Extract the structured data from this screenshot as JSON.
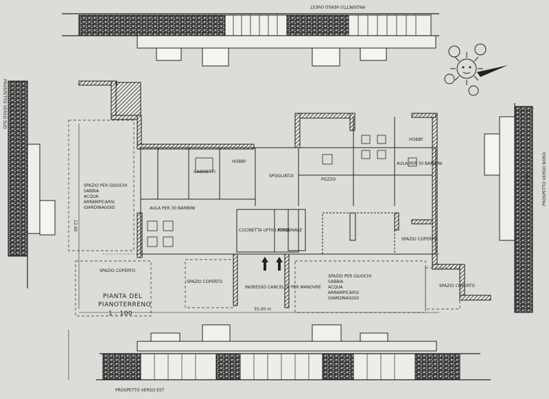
{
  "drawing": {
    "plan_title_line1": "PIANTA DEL",
    "plan_title_line2": "PIANOTERRENO",
    "plan_scale": "1 : 100"
  },
  "elevations": {
    "west": "PROSPETTO VERSO OVEST",
    "east": "PROSPETTO VERSO EST",
    "south": "PROSPETTO VERSO SUD",
    "north": "PROSPETTO VERSO NORD"
  },
  "rooms": {
    "gabinetti": "GABINETTI",
    "hobby": "HOBBY",
    "spogliatoi": "SPOGLIATOI",
    "aula_30_left": "AULA PER 30 BAMBINI",
    "aula_30_right": "AULA PER 30 BAMBINI",
    "cucinetta": "CUCINETTA UFFICI PERSONALE",
    "atrio": "ATRIO",
    "spazio_left": "SPAZIO PER GIUOCHI",
    "spazio_center": "SPAZIO PER GIUOCHI",
    "spazio_note_1": "SABBIA",
    "spazio_note_2": "ACQUA",
    "spazio_note_3": "ARRAMPICARSI",
    "spazio_note_4": "GIARDINAGGIO",
    "ingresso": "INGRESSO CANCELLO PER MANOVRE",
    "spazio_coperto_left": "SPAZIO COPERTO",
    "spazio_coperto_center": "SPAZIO COPERTO",
    "spazio_coperto_right": "SPAZIO COPERTO",
    "spazio_coperto_far": "SPAZIO COPERTO",
    "hobby_right": "HOBBY",
    "pozzo": "POZZO"
  },
  "dimensions": {
    "total_width": "35.00 m",
    "left_depth": "12.40",
    "right_depth": "12.00"
  },
  "icons": {
    "north_arrow": "sun-compass-icon"
  }
}
